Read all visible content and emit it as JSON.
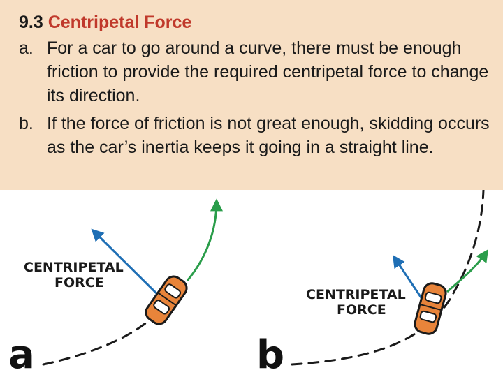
{
  "slide": {
    "title_number": "9.3",
    "title_text": "Centripetal Force",
    "bullets": [
      {
        "marker": "a.",
        "text": "For a car to go around a curve, there must be enough friction to provide the required centripetal force to change its direction."
      },
      {
        "marker": "b.",
        "text": "If the force of friction is not great enough, skidding occurs as the car’s inertia keeps it going in a straight line."
      }
    ]
  },
  "illustration": {
    "panel_a": {
      "letter": "a",
      "label_line1": "CENTRIPETAL",
      "label_line2": "FORCE"
    },
    "panel_b": {
      "letter": "b",
      "label_line1": "CENTRIPETAL",
      "label_line2": "FORCE"
    },
    "colors": {
      "header_background": "#f7dfc4",
      "title_accent": "#c0392b",
      "force_arrow": "#1f6fb5",
      "motion_arrow": "#2a9d4a",
      "car_body": "#e8843a"
    }
  }
}
